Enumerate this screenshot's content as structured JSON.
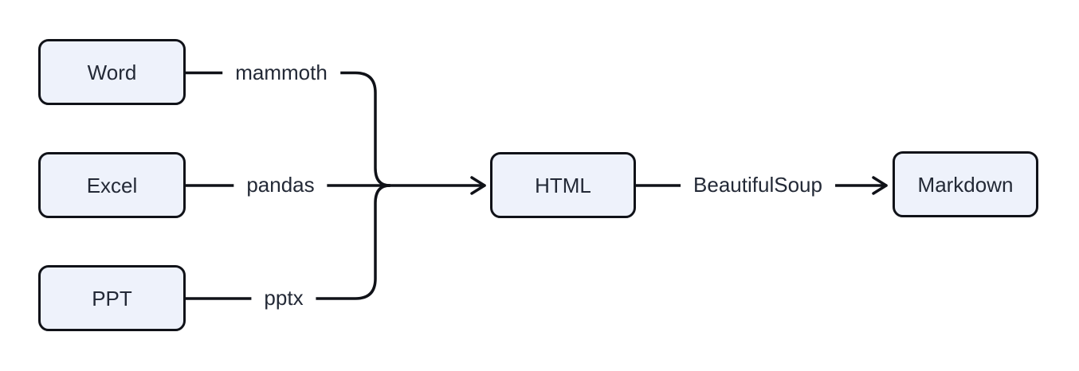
{
  "diagram": {
    "type": "flowchart",
    "direction": "left-to-right",
    "colors": {
      "background": "#ffffff",
      "node_fill": "#eef2fb",
      "node_border": "#101218",
      "edge_stroke": "#101218",
      "text": "#232936"
    },
    "nodes": {
      "word": "Word",
      "excel": "Excel",
      "ppt": "PPT",
      "html": "HTML",
      "markdown": "Markdown"
    },
    "edge_labels": {
      "word_to_html": "mammoth",
      "excel_to_html": "pandas",
      "ppt_to_html": "pptx",
      "html_to_markdown": "BeautifulSoup"
    },
    "edges": [
      {
        "from": "word",
        "to": "html",
        "label": "mammoth",
        "arrow": false
      },
      {
        "from": "excel",
        "to": "html",
        "label": "pandas",
        "arrow": true
      },
      {
        "from": "ppt",
        "to": "html",
        "label": "pptx",
        "arrow": false
      },
      {
        "from": "html",
        "to": "markdown",
        "label": "BeautifulSoup",
        "arrow": true
      }
    ]
  }
}
